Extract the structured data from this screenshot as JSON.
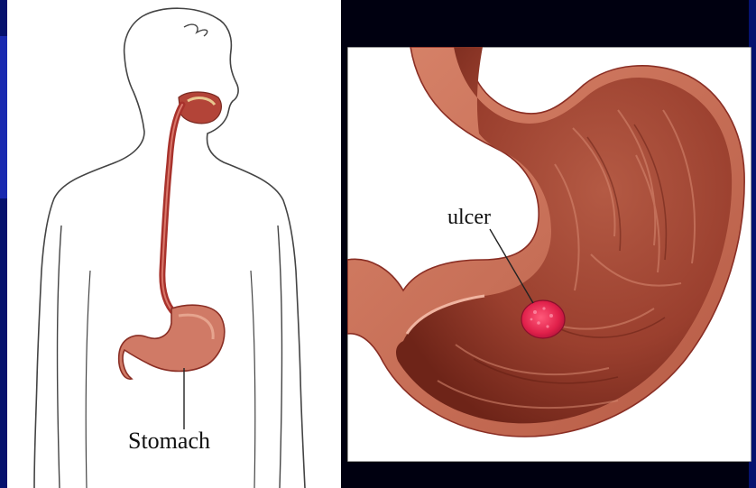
{
  "labels": {
    "stomach": "Stomach",
    "ulcer": "ulcer"
  },
  "colors": {
    "slide_background": "#000010",
    "slide_blue_strip": "#0a1a8c",
    "panel_background": "#ffffff",
    "body_outline": "#444444",
    "digestive_tract": "#a8322c",
    "stomach_tissue": "#c8705a",
    "stomach_lining": "#9a3a2c",
    "ulcer": "#e0204a"
  },
  "icons": {
    "body": "human-torso-outline",
    "stomach_cross_section": "stomach-interior-illustration"
  }
}
